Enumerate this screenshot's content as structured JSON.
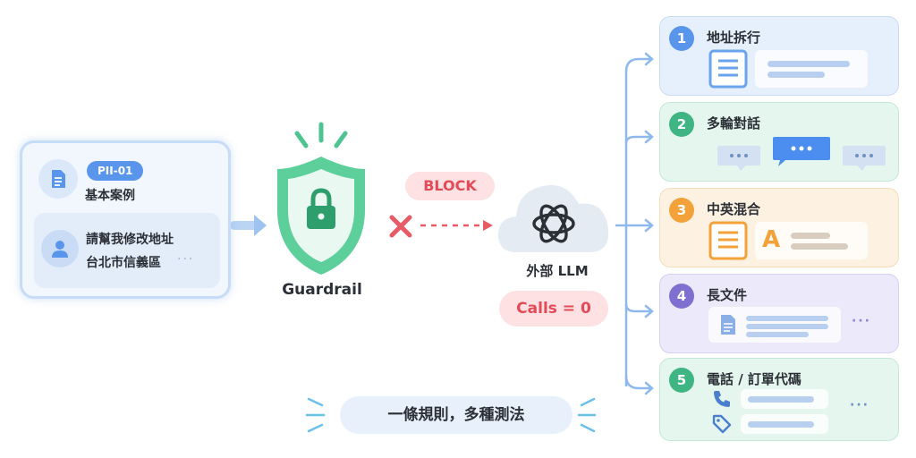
{
  "input": {
    "badge": "PII-01",
    "title": "基本案例",
    "message_line1": "請幫我修改地址",
    "message_line2": "台北市信義區",
    "message_ellipsis": "···"
  },
  "guardrail": {
    "label": "Guardrail"
  },
  "block": {
    "label": "BLOCK"
  },
  "llm": {
    "label": "外部 LLM",
    "calls": "Calls = 0"
  },
  "slogan": "一條規則，多種測法",
  "cases": [
    {
      "number": "1",
      "title": "地址拆行"
    },
    {
      "number": "2",
      "title": "多輪對話",
      "bubble_text": "···"
    },
    {
      "number": "3",
      "title": "中英混合",
      "glyph": "A"
    },
    {
      "number": "4",
      "title": "長文件",
      "ellipsis": "···"
    },
    {
      "number": "5",
      "title": "電話 / 訂單代碼",
      "ellipsis": "···"
    }
  ],
  "colors": {
    "blue": "#5a95ec",
    "green": "#3eb583",
    "orange": "#f3a23a",
    "purple": "#7e6fd1",
    "red": "#e24b58",
    "shield": "#4ec591"
  },
  "icons": [
    "document-icon",
    "user-icon",
    "shield-lock-icon",
    "block-x-icon",
    "openai-logo-icon",
    "phone-icon",
    "tag-icon",
    "chat-bubble-icon"
  ]
}
